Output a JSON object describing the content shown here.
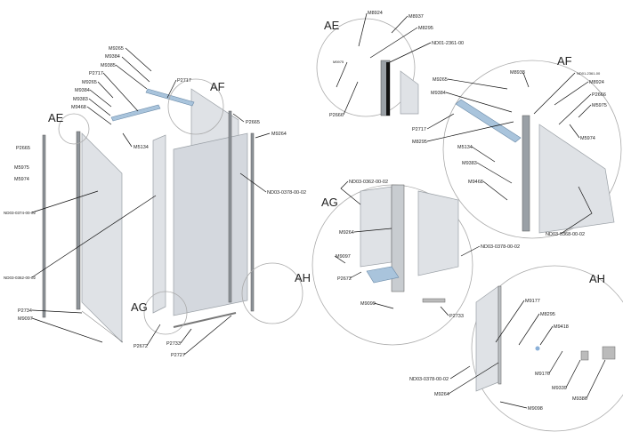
{
  "overview": {
    "callouts": {
      "ae": "AE",
      "af": "AF",
      "ag": "AG",
      "ah": "AH"
    },
    "labels": [
      "M9265",
      "M9384",
      "M9385",
      "P2717",
      "M9265",
      "M9384",
      "M9383",
      "M9468",
      "P2717",
      "M5134",
      "P2665",
      "M9264",
      "P2665",
      "M5975",
      "M5974",
      "ND03-0378-00-02",
      "ND03-0374-00-02",
      "ND03-0362-00-02",
      "P2734",
      "M9097",
      "P2672",
      "P2733",
      "P2727"
    ]
  },
  "detail_ae": {
    "title": "AE",
    "labels": [
      "M8924",
      "M8937",
      "M8295",
      "ND01-2361-00",
      "M5975",
      "P2666"
    ]
  },
  "detail_af": {
    "title": "AF",
    "labels": [
      "M9265",
      "M8938",
      "ND01-2361-00",
      "M8924",
      "M9384",
      "P2666",
      "M5975",
      "P2717",
      "M5974",
      "M8295",
      "M5134",
      "M9383",
      "M9468",
      "ND03-0368-00-02"
    ]
  },
  "detail_ag": {
    "title": "AG",
    "labels": [
      "ND03-0362-00-02",
      "M9264",
      "ND03-0378-00-02",
      "M9097",
      "P2672",
      "M9099",
      "P2733"
    ]
  },
  "detail_ah": {
    "title": "AH",
    "labels": [
      "M9177",
      "M8295",
      "M9418",
      "M9176",
      "M9339",
      "M9386",
      "ND03-0378-00-02",
      "M9264",
      "M9098"
    ]
  }
}
